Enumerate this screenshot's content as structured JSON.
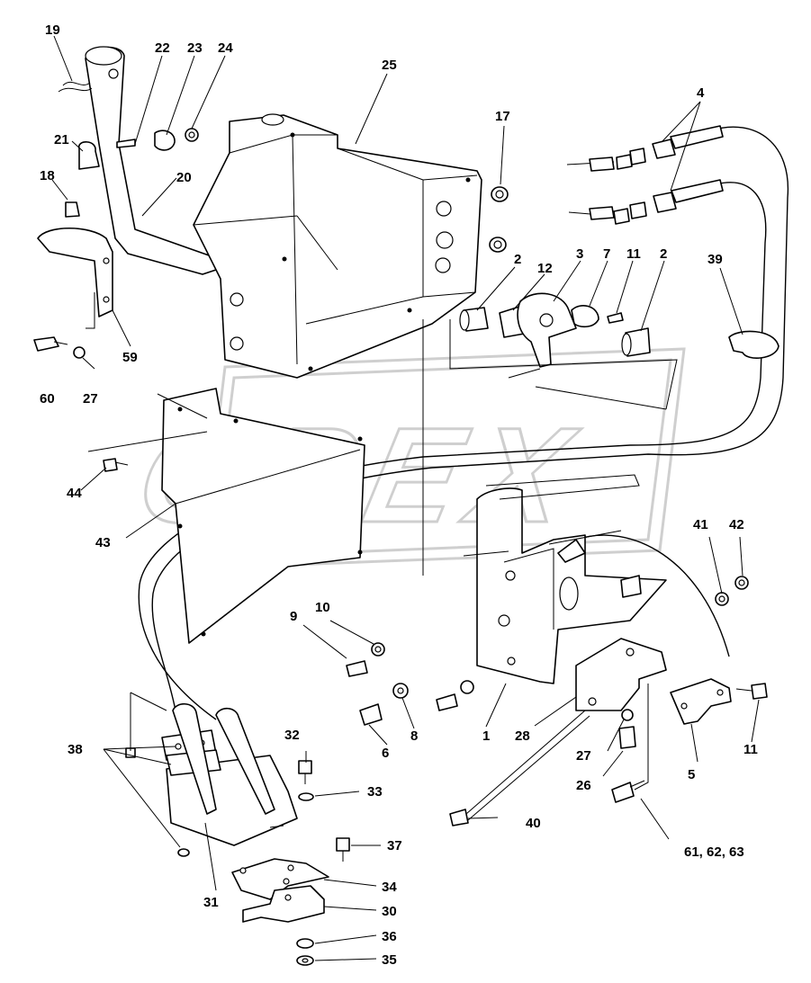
{
  "watermark": {
    "text": "OPEX"
  },
  "labels": [
    {
      "id": "l19",
      "text": "19"
    },
    {
      "id": "l22",
      "text": "22"
    },
    {
      "id": "l23",
      "text": "23"
    },
    {
      "id": "l24",
      "text": "24"
    },
    {
      "id": "l25",
      "text": "25"
    },
    {
      "id": "l21",
      "text": "21"
    },
    {
      "id": "l20",
      "text": "20"
    },
    {
      "id": "l18",
      "text": "18"
    },
    {
      "id": "l17",
      "text": "17"
    },
    {
      "id": "l4",
      "text": "4"
    },
    {
      "id": "l2a",
      "text": "2"
    },
    {
      "id": "l12",
      "text": "12"
    },
    {
      "id": "l3",
      "text": "3"
    },
    {
      "id": "l7",
      "text": "7"
    },
    {
      "id": "l11a",
      "text": "11"
    },
    {
      "id": "l2b",
      "text": "2"
    },
    {
      "id": "l39",
      "text": "39"
    },
    {
      "id": "l59",
      "text": "59"
    },
    {
      "id": "l60",
      "text": "60"
    },
    {
      "id": "l27a",
      "text": "27"
    },
    {
      "id": "l44",
      "text": "44"
    },
    {
      "id": "l43",
      "text": "43"
    },
    {
      "id": "l41",
      "text": "41"
    },
    {
      "id": "l42",
      "text": "42"
    },
    {
      "id": "l10",
      "text": "10"
    },
    {
      "id": "l9",
      "text": "9"
    },
    {
      "id": "l6",
      "text": "6"
    },
    {
      "id": "l8",
      "text": "8"
    },
    {
      "id": "l1",
      "text": "1"
    },
    {
      "id": "l28",
      "text": "28"
    },
    {
      "id": "l27b",
      "text": "27"
    },
    {
      "id": "l26",
      "text": "26"
    },
    {
      "id": "l5",
      "text": "5"
    },
    {
      "id": "l11b",
      "text": "11"
    },
    {
      "id": "l40",
      "text": "40"
    },
    {
      "id": "l616263",
      "text": "61, 62, 63"
    },
    {
      "id": "l38",
      "text": "38"
    },
    {
      "id": "l32",
      "text": "32"
    },
    {
      "id": "l33",
      "text": "33"
    },
    {
      "id": "l37",
      "text": "37"
    },
    {
      "id": "l34",
      "text": "34"
    },
    {
      "id": "l31",
      "text": "31"
    },
    {
      "id": "l30",
      "text": "30"
    },
    {
      "id": "l36",
      "text": "36"
    },
    {
      "id": "l35",
      "text": "35"
    }
  ]
}
